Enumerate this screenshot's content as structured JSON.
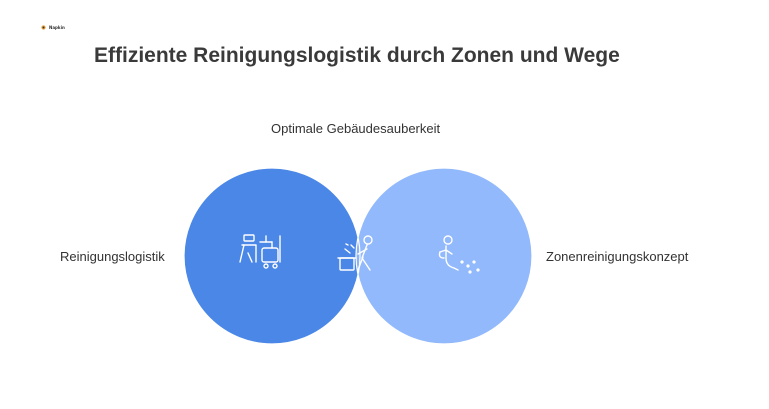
{
  "logo": {
    "text": "Napkin"
  },
  "title": "Effiziente Reinigungslogistik durch Zonen und Wege",
  "diagram": {
    "type": "venn",
    "sets": [
      {
        "label": "Reinigungslogistik",
        "color": "#4a87e6",
        "icon": "cleaning-worker-cart-icon"
      },
      {
        "label": "Zonenreinigungskonzept",
        "color": "#92b9fb",
        "icon": "cleaning-person-sparkle-icon"
      }
    ],
    "intersection": {
      "label": "Optimale Gebäudesauberkeit",
      "color": "#8db3f2",
      "icon": "person-trash-bin-icon"
    }
  }
}
